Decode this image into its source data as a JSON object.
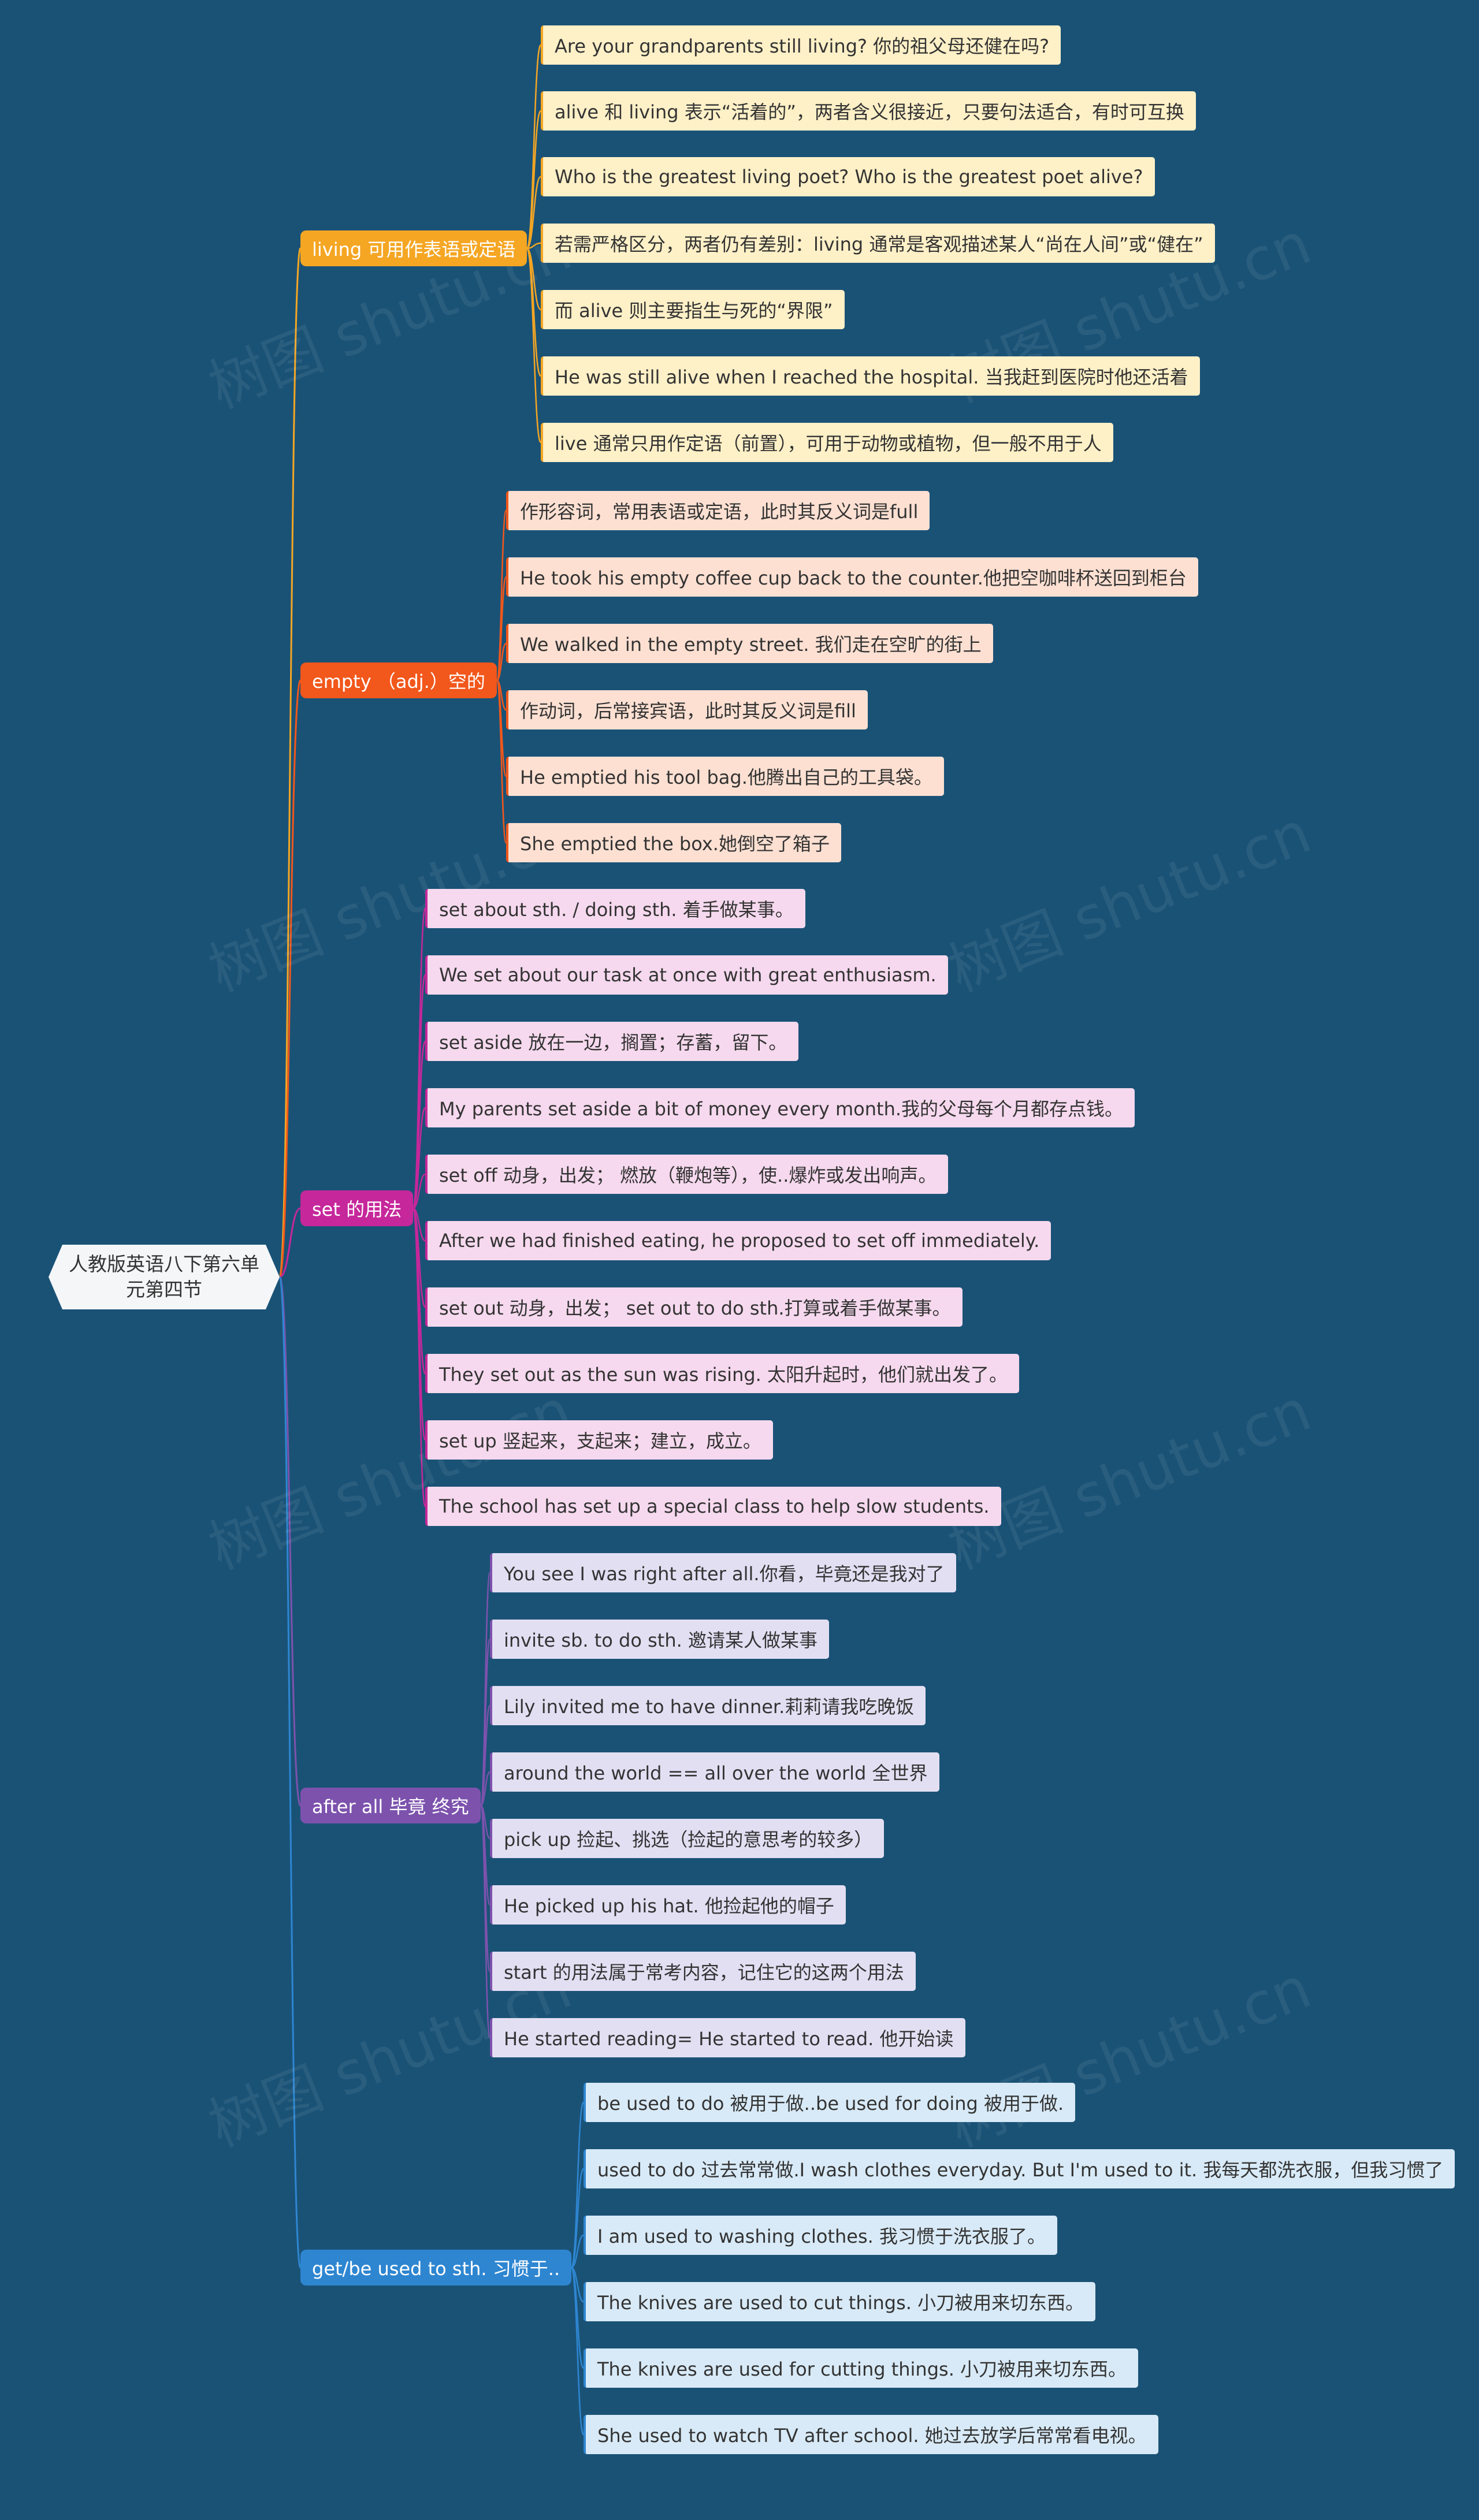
{
  "root": {
    "title": "人教版英语八下第六单元第四节"
  },
  "branches": [
    {
      "label": "living 可用作表语或定语",
      "color": "#f5a623",
      "leaf_bg": "#fef0c7",
      "items": [
        "Are your grandparents still living?  你的祖父母还健在吗?",
        "alive 和 living 表示“活着的”，两者含义很接近，只要句法适合，有时可互换",
        "Who is the greatest living poet? Who is the greatest poet alive?",
        "若需严格区分，两者仍有差别：living 通常是客观描述某人“尚在人间”或“健在”",
        "而 alive 则主要指生与死的“界限”",
        "He was still alive when I reached the hospital. 当我赶到医院时他还活着",
        "live 通常只用作定语（前置），可用于动物或植物，但一般不用于人"
      ]
    },
    {
      "label": "empty （adj.）空的",
      "color": "#f2571b",
      "leaf_bg": "#fde0d2",
      "items": [
        "作形容词，常用表语或定语，此时其反义词是full",
        "He took his empty coffee cup back to the counter.他把空咖啡杯送回到柜台",
        "We walked in the empty street. 我们走在空旷的街上",
        "作动词，后常接宾语，此时其反义词是fill",
        "He emptied his tool bag.他腾出自己的工具袋。",
        "She emptied the box.她倒空了箱子"
      ]
    },
    {
      "label": "set 的用法",
      "color": "#c6279b",
      "leaf_bg": "#f6d9ee",
      "items": [
        "set about sth. / doing sth. 着手做某事。",
        "We set about our task at once with great enthusiasm.",
        "set aside 放在一边，搁置；存蓄，留下。",
        "My parents set aside a bit of money every month.我的父母每个月都存点钱。",
        "set off 动身，出发； 燃放（鞭炮等），使..爆炸或发出响声。",
        "After we had finished eating, he proposed to set off immediately.",
        "set out 动身，出发；  set out to do sth.打算或着手做某事。",
        "They set out as the sun was rising. 太阳升起时，他们就出发了。",
        "set up 竖起来，支起来；建立，成立。",
        "The school has set up a special class to help slow students."
      ]
    },
    {
      "label": "after all 毕竟 终究",
      "color": "#7d52ad",
      "leaf_bg": "#e3dff3",
      "items": [
        "You see I was right after all.你看，毕竟还是我对了",
        "invite sb. to do sth. 邀请某人做某事",
        "Lily invited me to have dinner.莉莉请我吃晚饭",
        "around the world == all over the world 全世界",
        "pick up 捡起、挑选（捡起的意思考的较多）",
        "He picked up his hat. 他捡起他的帽子",
        "start 的用法属于常考内容，记住它的这两个用法",
        "He started reading= He started to read. 他开始读"
      ]
    },
    {
      "label": "get/be used to sth. 习惯于..",
      "color": "#2e86d1",
      "leaf_bg": "#d8eaf7",
      "items": [
        "be used to do  被用于做..be used for doing 被用于做.",
        "used to do 过去常常做.I wash clothes everyday. But I'm used to it. 我每天都洗衣服，但我习惯了",
        "I am used to washing clothes. 我习惯于洗衣服了。",
        "The knives are used to cut things. 小刀被用来切东西。",
        "The knives are used for cutting things. 小刀被用来切东西。",
        "She used to watch TV after school. 她过去放学后常常看电视。"
      ]
    }
  ],
  "watermark": "树图 shutu.cn"
}
